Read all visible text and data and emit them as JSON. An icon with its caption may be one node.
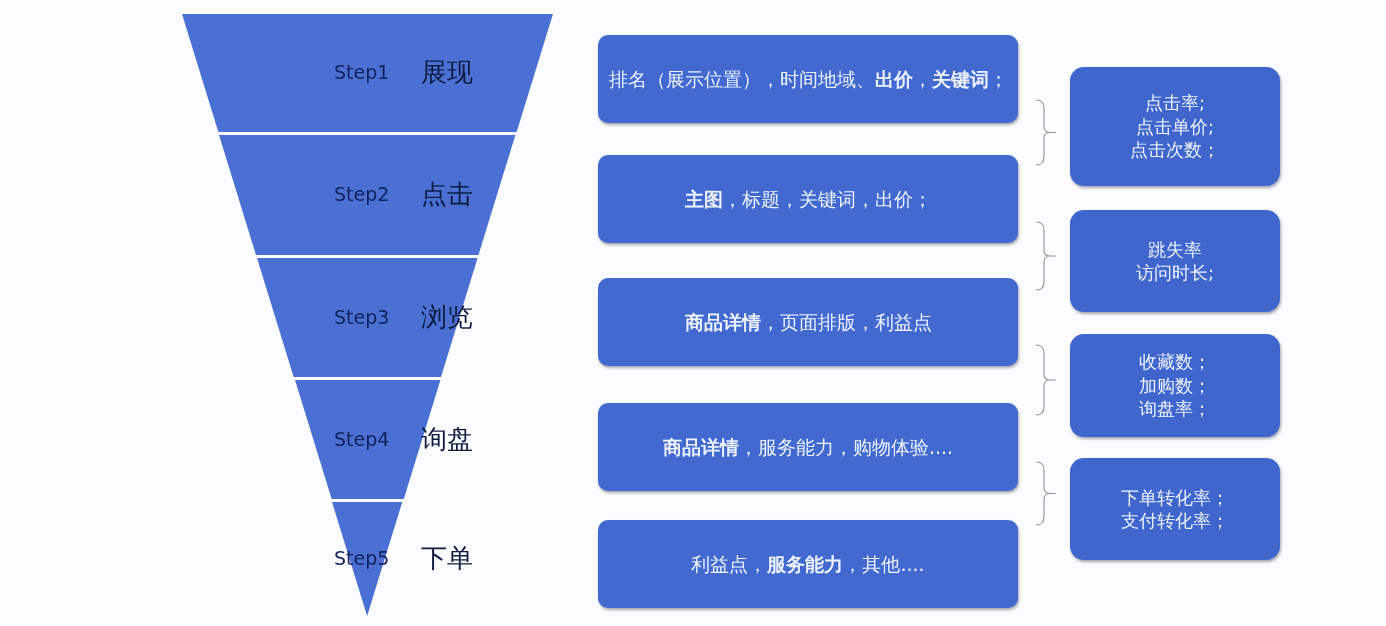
{
  "diagram": {
    "nodes": [
      {
        "text": [
          "Step1",
          "展现"
        ]
      },
      {
        "text": [
          "Step2",
          "点击"
        ]
      },
      {
        "text": [
          "Step3",
          "浏览"
        ]
      },
      {
        "text": [
          "Step4",
          "询盘"
        ]
      },
      {
        "text": [
          "Step5",
          "下单"
        ]
      },
      {
        "text": [
          "排名（展示位置），时间地域、**出价**，**关键词**；"
        ]
      },
      {
        "text": [
          "**主图**，标题，关键词，出价；"
        ]
      },
      {
        "text": [
          "**商品详情**，页面排版，利益点"
        ]
      },
      {
        "text": [
          "**商品详情**，服务能力，购物体验...."
        ]
      },
      {
        "text": [
          "利益点，**服务能力**，其他...."
        ]
      },
      {
        "text": [
          "点击率;",
          "点击单价;",
          "点击次数；"
        ]
      },
      {
        "text": [
          "跳失率",
          "访问时长;"
        ]
      },
      {
        "text": [
          "收藏数；",
          "加购数；",
          "询盘率；"
        ]
      },
      {
        "text": [
          "下单转化率；",
          "支付转化率；"
        ]
      }
    ]
  }
}
